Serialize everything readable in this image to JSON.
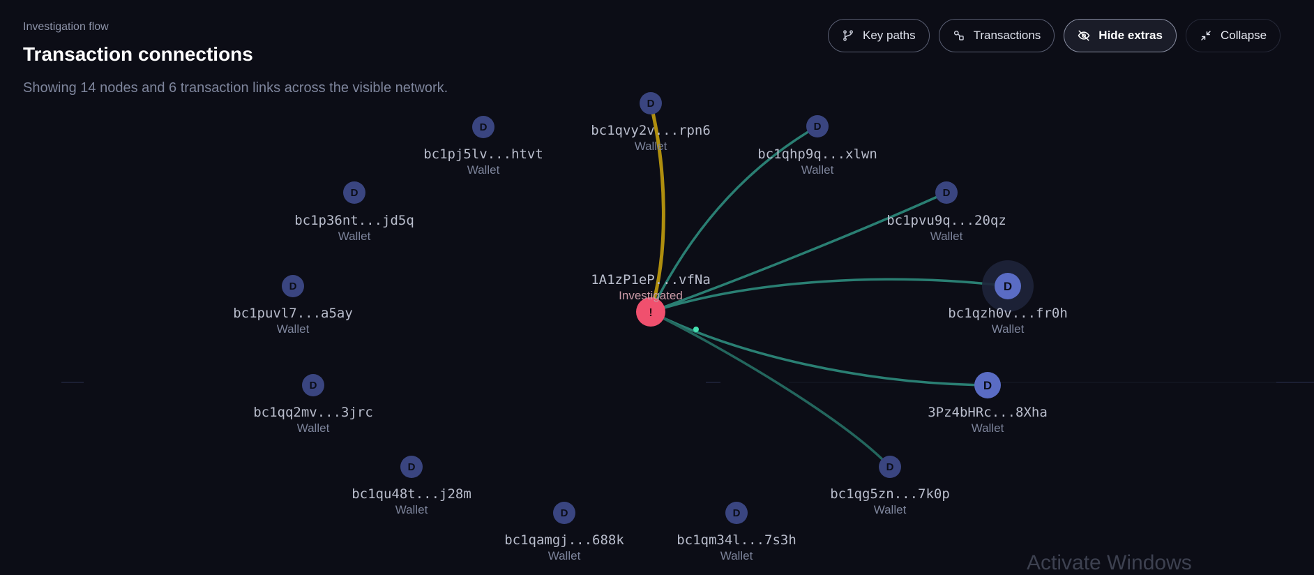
{
  "header": {
    "eyebrow": "Investigation flow",
    "title": "Transaction connections",
    "subtitle": "Showing 14 nodes and 6 transaction links across the visible network."
  },
  "toolbar": {
    "key_paths": "Key paths",
    "transactions": "Transactions",
    "hide_extras": "Hide extras",
    "collapse": "Collapse"
  },
  "colors": {
    "background": "#0c0d16",
    "node_default": "#3a4580",
    "node_highlight": "#5a6cc4",
    "investigated": "#f0506e",
    "link_teal": "#2a7f73",
    "link_gold": "#b8960e"
  },
  "center": {
    "address": "1A1zP1eP...vfNa",
    "type": "Investigated",
    "icon_glyph": "!"
  },
  "nodes": [
    {
      "glyph": "D",
      "address": "bc1qvy2v...rpn6",
      "type": "Wallet"
    },
    {
      "glyph": "D",
      "address": "bc1pj5lv...htvt",
      "type": "Wallet"
    },
    {
      "glyph": "D",
      "address": "bc1qhp9q...xlwn",
      "type": "Wallet"
    },
    {
      "glyph": "D",
      "address": "bc1p36nt...jd5q",
      "type": "Wallet"
    },
    {
      "glyph": "D",
      "address": "bc1pvu9q...20qz",
      "type": "Wallet"
    },
    {
      "glyph": "D",
      "address": "bc1puvl7...a5ay",
      "type": "Wallet"
    },
    {
      "glyph": "D",
      "address": "bc1qzh0v...fr0h",
      "type": "Wallet"
    },
    {
      "glyph": "D",
      "address": "bc1qq2mv...3jrc",
      "type": "Wallet"
    },
    {
      "glyph": "D",
      "address": "3Pz4bHRc...8Xha",
      "type": "Wallet"
    },
    {
      "glyph": "D",
      "address": "bc1qu48t...j28m",
      "type": "Wallet"
    },
    {
      "glyph": "D",
      "address": "bc1qg5zn...7k0p",
      "type": "Wallet"
    },
    {
      "glyph": "D",
      "address": "bc1qamgj...688k",
      "type": "Wallet"
    },
    {
      "glyph": "D",
      "address": "bc1qm34l...7s3h",
      "type": "Wallet"
    }
  ],
  "watermark": "Activate Windows"
}
